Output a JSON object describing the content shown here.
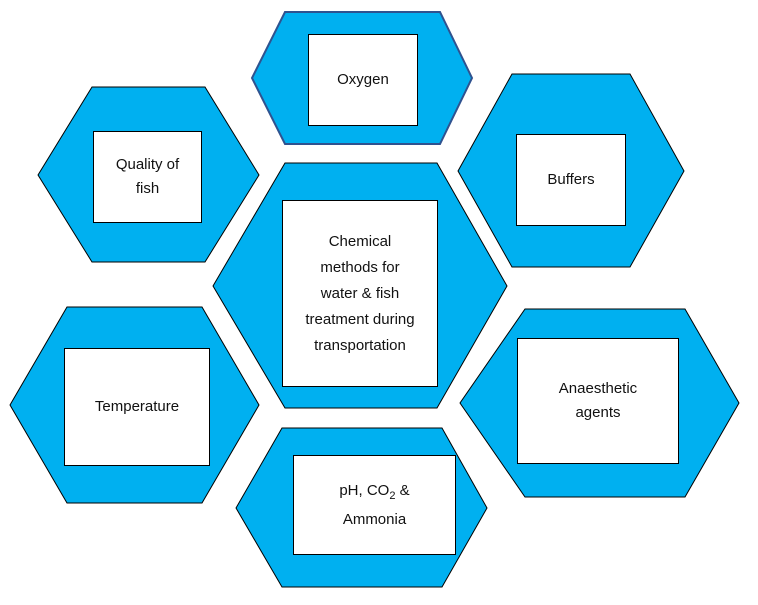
{
  "colors": {
    "hex_fill": "#00B0F0",
    "hex_stroke": "#000000",
    "top_hex_stroke": "#2F528F"
  },
  "center": {
    "label": "Chemical\nmethods for\nwater & fish\ntreatment during\ntransportation"
  },
  "factors": [
    {
      "label": "Oxygen"
    },
    {
      "label": "Quality of\nfish"
    },
    {
      "label": "Buffers"
    },
    {
      "label": "Temperature"
    },
    {
      "label": "Anaesthetic\nagents"
    },
    {
      "label_pre": "pH, CO",
      "label_sub": "2",
      "label_post": " &\nAmmonia"
    }
  ]
}
